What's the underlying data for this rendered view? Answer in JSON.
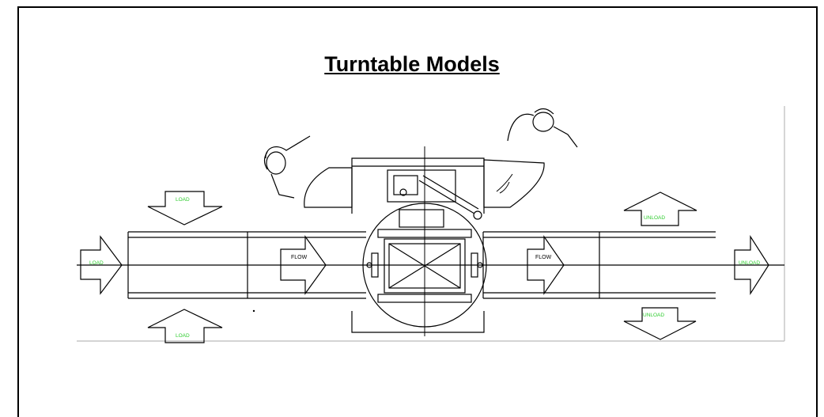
{
  "title": "Turntable Models",
  "labels": {
    "flow": "FLOW",
    "load": "LOAD",
    "unload": "UNLOAD"
  },
  "colors": {
    "line": "#000000",
    "label_green": "#2ecc2e"
  }
}
